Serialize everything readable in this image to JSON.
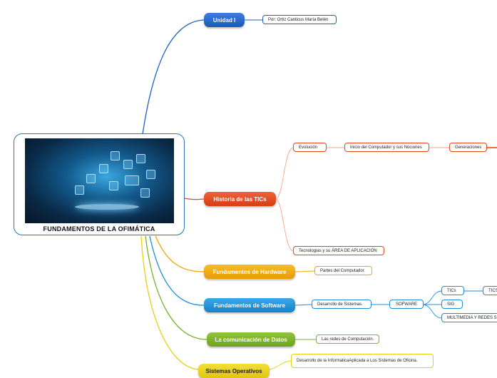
{
  "root": {
    "title": "FUNDAMENTOS DE LA OFIMÁTICA"
  },
  "branches": {
    "unidad": {
      "label": "Unidad I",
      "children": {
        "autor": "Por: Ortiz Canticus María Belén"
      }
    },
    "historia": {
      "label": "Historia de las TICs",
      "children": {
        "evolucion": "Evolución",
        "inicio": "Inicio del Computador y sus Nociones",
        "generaciones": "Generaciones",
        "tecnologias": "Tecnologias y su ÁREA DE APLICACIÓN"
      }
    },
    "hardware": {
      "label": "Fundamentos de Hardware",
      "children": {
        "partes": "Partes del Computador"
      }
    },
    "software": {
      "label": "Fundamentos de Software",
      "children": {
        "desarrollo": "Desarrollo de Sistemas.",
        "sofware": "SOFWARE",
        "tics": "TICs",
        "tics2": "TICS",
        "sig": "SIG",
        "multimedia": "MULTIMEDIA Y REDES S"
      }
    },
    "comunicacion": {
      "label": "La comunicación de Datos",
      "children": {
        "redes": "Las redes de Computación."
      }
    },
    "sistemas": {
      "label": "Sistemas Operativos",
      "children": {
        "informatica": "Desarrollo de la InformaticaAplicada a Los Sistemas de Oficina."
      }
    }
  },
  "colors": {
    "unidad": "#1f5fc4",
    "historia": "#e04a1c",
    "hardware": "#f0a500",
    "software": "#1e8fd6",
    "comunicacion": "#7ab22a",
    "sistemas": "#e8cf12"
  }
}
